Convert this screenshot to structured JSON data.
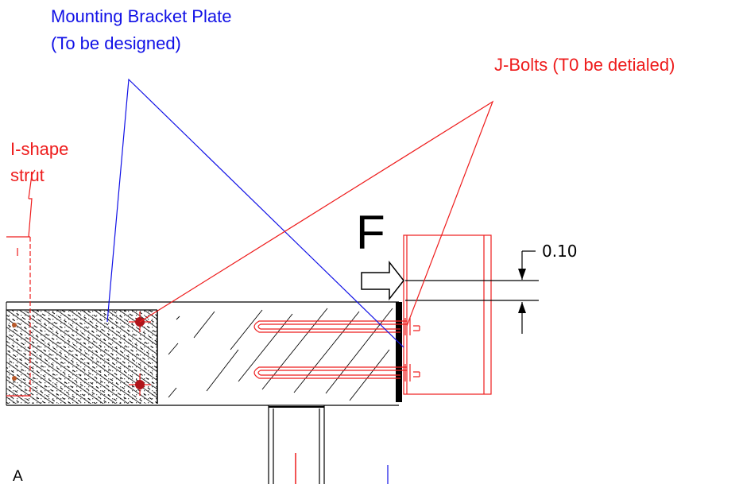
{
  "labels": {
    "bracket_title": "Mounting Bracket Plate",
    "bracket_sub": "(To be designed)",
    "bolts": "J-Bolts (T0 be detialed)",
    "strut_line1": "I-shape",
    "strut_line2": "strut",
    "force": "F",
    "dimension": "0.10",
    "section_mark": "A"
  },
  "colors": {
    "callout_blue": "#1010e6",
    "callout_red": "#ee1c1c",
    "outline": "#000000",
    "background": "#ffffff"
  },
  "icons": {
    "force_arrow": "right-arrow-outline",
    "dimension_arrows": "dimension-arrow-pair"
  }
}
